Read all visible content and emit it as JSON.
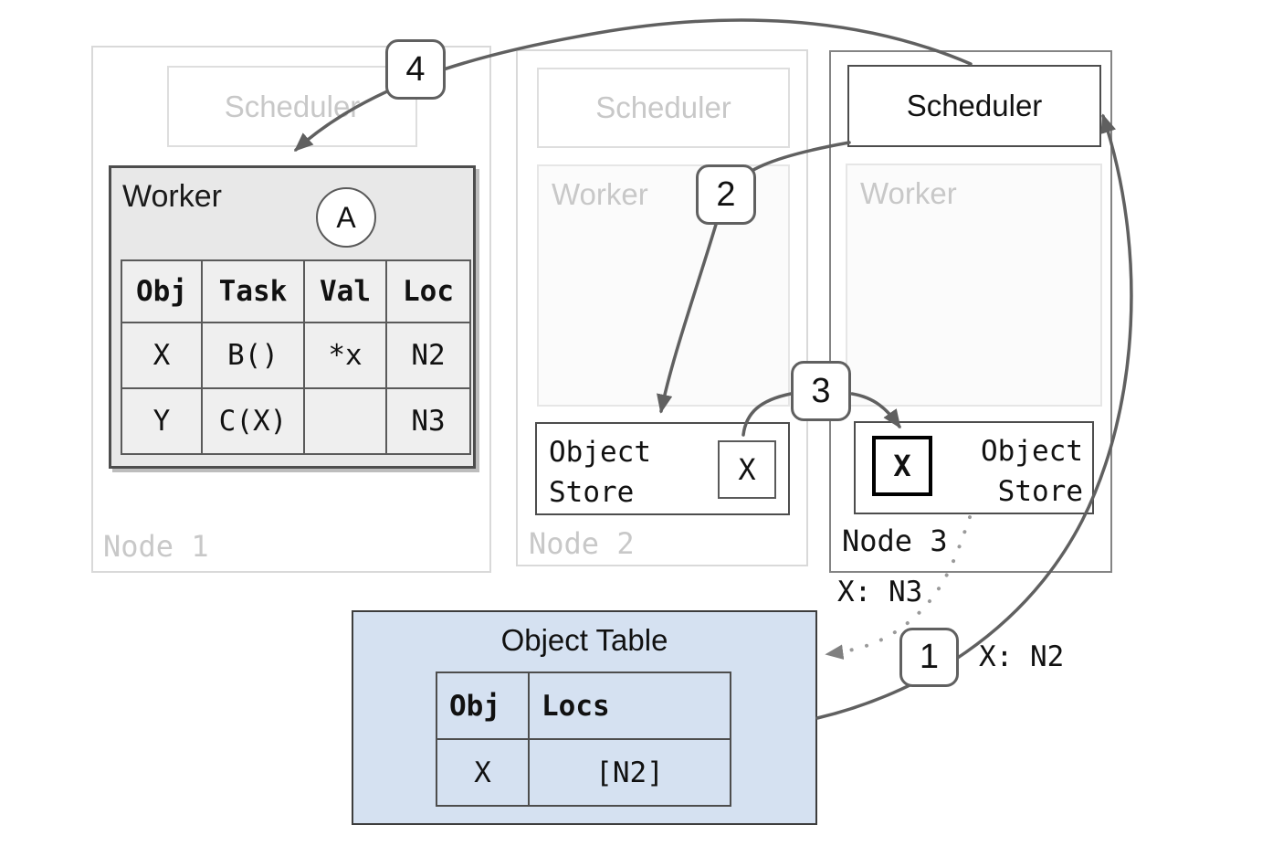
{
  "nodes": {
    "node1": {
      "label": "Node 1",
      "scheduler": {
        "label": "Scheduler",
        "state": "inactive"
      },
      "worker": {
        "label": "Worker",
        "state": "active",
        "task_marker": "A",
        "task_table": {
          "headers": [
            "Obj",
            "Task",
            "Val",
            "Loc"
          ],
          "rows": [
            [
              "X",
              "B()",
              "*x",
              "N2"
            ],
            [
              "Y",
              "C(X)",
              "",
              "N3"
            ]
          ]
        }
      }
    },
    "node2": {
      "label": "Node 2",
      "scheduler": {
        "label": "Scheduler",
        "state": "inactive"
      },
      "worker": {
        "label": "Worker",
        "state": "inactive"
      },
      "object_store": {
        "label": "Object Store",
        "object": "X"
      }
    },
    "node3": {
      "label": "Node 3",
      "scheduler": {
        "label": "Scheduler",
        "state": "active"
      },
      "worker": {
        "label": "Worker",
        "state": "inactive"
      },
      "object_store": {
        "label": "Object Store",
        "object": "X"
      }
    }
  },
  "object_table": {
    "title": "Object Table",
    "headers": [
      "Obj",
      "Locs"
    ],
    "rows": [
      [
        "X",
        "[N2]"
      ]
    ]
  },
  "steps": {
    "step1": "1",
    "step2": "2",
    "step3": "3",
    "step4": "4"
  },
  "edge_labels": {
    "x_n3": "X: N3",
    "x_n2": "X: N2"
  },
  "colors": {
    "arrow": "#606060",
    "dotted_arrow": "#9a9a9a",
    "object_table_fill": "#d5e1f1",
    "active_worker_fill": "#e8e8e8",
    "inactive_gray": "#c8c8c8",
    "dark_border": "#4d4d4d"
  }
}
